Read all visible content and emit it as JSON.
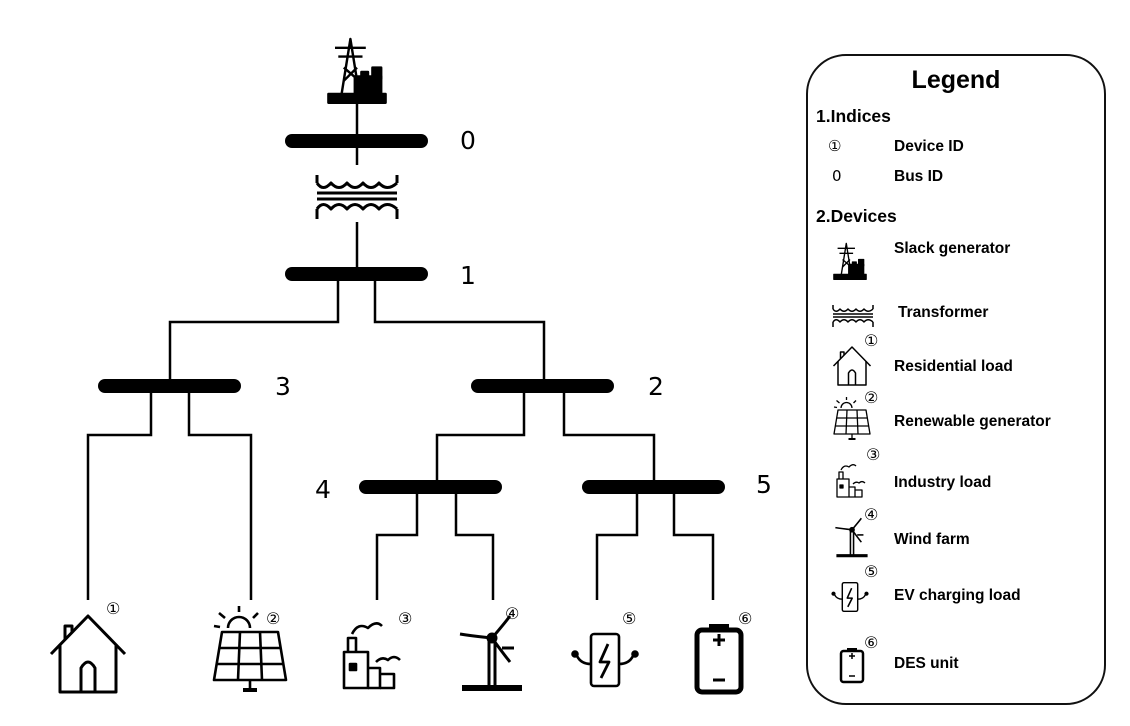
{
  "buses": [
    {
      "id": "0"
    },
    {
      "id": "1"
    },
    {
      "id": "2"
    },
    {
      "id": "3"
    },
    {
      "id": "4"
    },
    {
      "id": "5"
    }
  ],
  "devices": [
    {
      "id": "①",
      "name": "Residential load",
      "icon": "house-icon"
    },
    {
      "id": "②",
      "name": "Renewable generator",
      "icon": "solar-panel-icon"
    },
    {
      "id": "③",
      "name": "Industry load",
      "icon": "factory-icon"
    },
    {
      "id": "④",
      "name": "Wind farm",
      "icon": "wind-turbine-icon"
    },
    {
      "id": "⑤",
      "name": "EV charging load",
      "icon": "ev-charger-icon"
    },
    {
      "id": "⑥",
      "name": "DES unit",
      "icon": "battery-icon"
    }
  ],
  "legend": {
    "title": "Legend",
    "section1": "1.Indices",
    "device_id_symbol": "①",
    "device_id_label": "Device ID",
    "bus_id_symbol": "0",
    "bus_id_label": "Bus ID",
    "section2": "2.Devices",
    "items": [
      {
        "label": "Slack generator",
        "icon": "slack-generator-icon",
        "badge": ""
      },
      {
        "label": "Transformer",
        "icon": "transformer-icon",
        "badge": ""
      },
      {
        "label": "Residential load",
        "icon": "house-icon",
        "badge": "①"
      },
      {
        "label": "Renewable generator",
        "icon": "solar-panel-icon",
        "badge": "②"
      },
      {
        "label": "Industry load",
        "icon": "factory-icon",
        "badge": "③"
      },
      {
        "label": "Wind farm",
        "icon": "wind-turbine-icon",
        "badge": "④"
      },
      {
        "label": "EV charging load",
        "icon": "ev-charger-icon",
        "badge": "⑤"
      },
      {
        "label": "DES unit",
        "icon": "battery-icon",
        "badge": "⑥"
      }
    ]
  },
  "colors": {
    "line": "#000000",
    "background": "#ffffff"
  }
}
